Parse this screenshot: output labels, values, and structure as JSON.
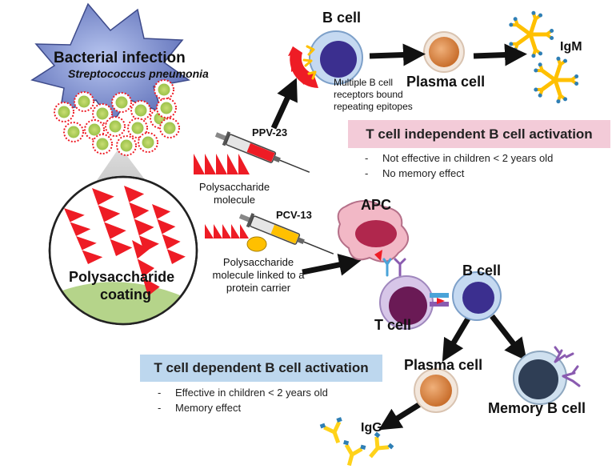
{
  "infection": {
    "title": "Bacterial infection",
    "species": "Streptococcus pneumonia",
    "coating_label_line1": "Polysaccharide",
    "coating_label_line2": "coating"
  },
  "vaccines": {
    "ppv_name": "PPV-23",
    "pcv_name": "PCV-13",
    "polysaccharide_label": [
      "Polysaccharide",
      "molecule"
    ],
    "conjugate_label": [
      "Polysaccharide",
      "molecule linked to a",
      "protein carrier"
    ]
  },
  "t_independent": {
    "b_cell_label": "B cell",
    "receptor_note": [
      "Multiple B cell",
      "receptors bound",
      "repeating epitopes"
    ],
    "plasma_label": "Plasma cell",
    "antibody_label": "IgM",
    "box_title": "T cell independent B cell activation",
    "bullets": [
      "Not effective in children < 2 years old",
      "No memory effect"
    ],
    "box_color": "#f3cbd8"
  },
  "t_dependent": {
    "apc_label": "APC",
    "t_cell_label": "T cell",
    "b_cell_label": "B cell",
    "plasma_label": "Plasma cell",
    "memory_label": "Memory B cell",
    "antibody_label": "IgG",
    "box_title": "T cell dependent B cell activation",
    "bullets": [
      "Effective in children < 2 years old",
      "Memory effect"
    ],
    "box_color": "#bdd7ee"
  },
  "colors": {
    "epitope_red": "#ee1c25",
    "b_cell_fill": "#c5d9f1",
    "b_cell_nucleus": "#3b2f8f",
    "plasma_fill": "#d9884a",
    "t_cell_fill": "#d7c6e8",
    "t_cell_nucleus": "#6a1a55",
    "apc_fill": "#f2b8c6",
    "apc_nucleus": "#b0274d",
    "memory_fill": "#2f3e55",
    "antibody_yellow": "#ffd21a",
    "antibody_blue": "#2f7fb5",
    "igm_yellow": "#ffc000"
  }
}
